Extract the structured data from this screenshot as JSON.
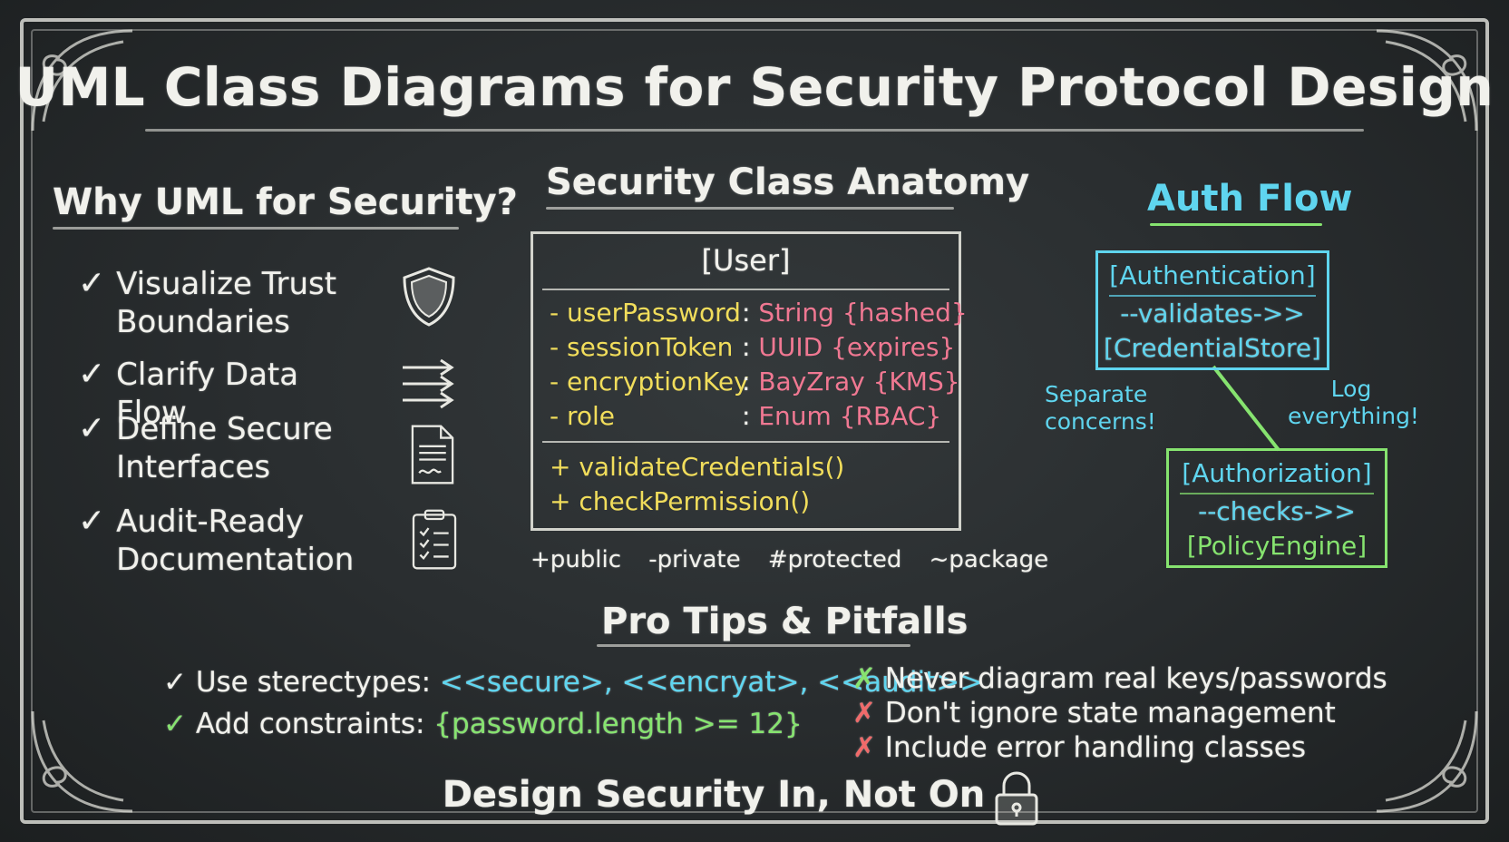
{
  "title": "UML Class Diagrams for Security Protocol Design",
  "why": {
    "heading": "Why UML for Security?",
    "check_glyph": "✓",
    "items": [
      {
        "line1": "Visualize Trust",
        "line2": "Boundaries",
        "icon": "shield-icon"
      },
      {
        "line1": "Clarify Data Flow",
        "line2": "",
        "icon": "data-flow-arrows-icon"
      },
      {
        "line1": "Define Secure",
        "line2": "Interfaces",
        "icon": "signed-document-icon"
      },
      {
        "line1": "Audit-Ready",
        "line2": "Documentation",
        "icon": "checklist-clipboard-icon"
      }
    ]
  },
  "anatomy": {
    "heading": "Security Class Anatomy",
    "class_name": "[User]",
    "attributes": [
      {
        "name": "- userPassword",
        "sep": ":",
        "type": "String",
        "constraint": "{hashed}"
      },
      {
        "name": "- sessionToken",
        "sep": ":",
        "type": "UUID",
        "constraint": "{expires}"
      },
      {
        "name": "- encryptionKey",
        "sep": ":",
        "type": "BayZray",
        "constraint": "{KMS}"
      },
      {
        "name": "- role",
        "sep": ":",
        "type": "Enum",
        "constraint": "{RBAC}"
      }
    ],
    "methods": [
      "+ validateCredentials()",
      "+ checkPermission()"
    ],
    "visibility": [
      "+public",
      "-private",
      "#protected",
      "~package"
    ]
  },
  "auth_flow": {
    "heading": "Auth Flow",
    "box1": {
      "title": "[Authentication]",
      "relation": "--validates->>",
      "target": "[CredentialStore]"
    },
    "box2": {
      "title": "[Authorization]",
      "relation": "--checks->>",
      "target": "[PolicyEngine]"
    },
    "note_left": {
      "line1": "Separate",
      "line2": "concerns!"
    },
    "note_right": {
      "line1": "Log",
      "line2": "everything!"
    }
  },
  "tips": {
    "heading": "Pro Tips & Pitfalls",
    "do": [
      {
        "label": "Use sterectypes:",
        "value": "<<secure>, <<encryat>, <<audit>>"
      },
      {
        "label": "Add constraints:",
        "value": "{password.length >= 12}"
      }
    ],
    "dont_glyph": "✗",
    "dont": [
      "Never diagram real keys/passwords",
      "Don't ignore state management",
      "Include error handling classes"
    ]
  },
  "footer": "Design Security In, Not On",
  "colors": {
    "board": "#2a2e30",
    "chalk": "#f1f1ec",
    "attribute": "#f1dd5b",
    "type": "#f07892",
    "accent_cyan": "#5fd5ef",
    "accent_green": "#86e36f",
    "warning_red": "#f06a6a"
  }
}
